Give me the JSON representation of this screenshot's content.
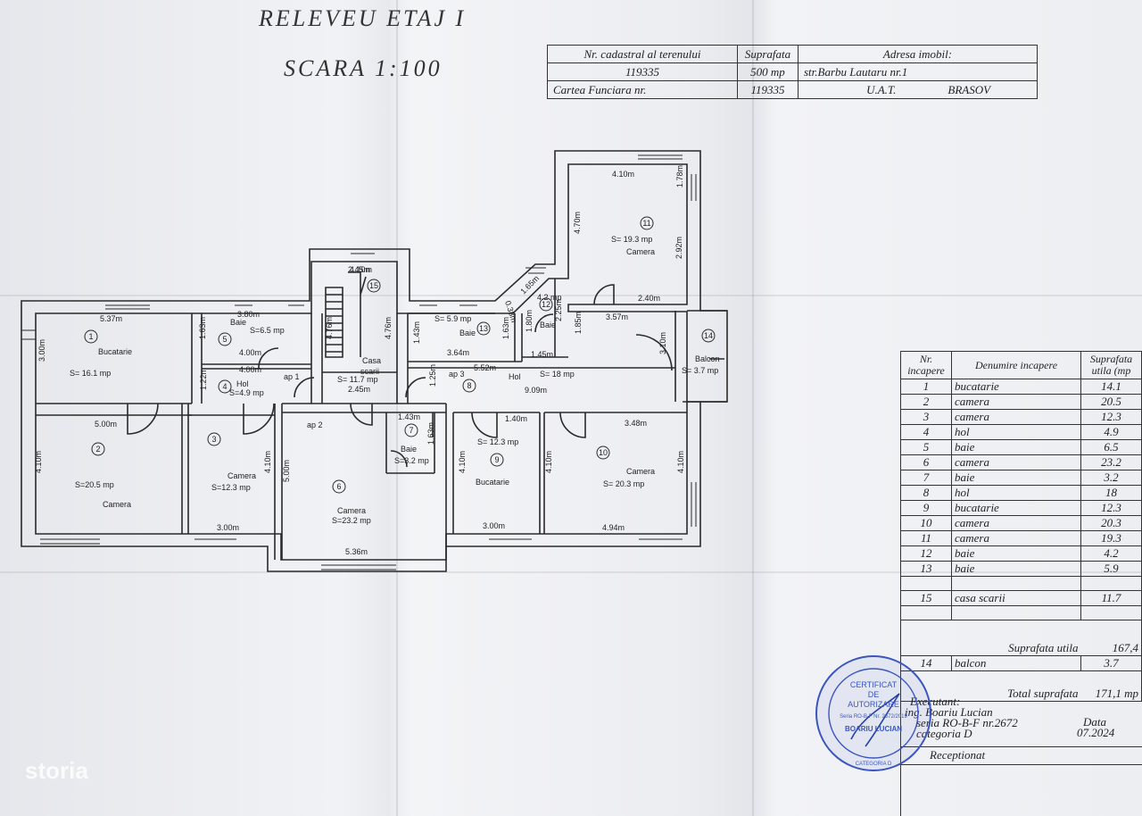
{
  "title": {
    "line1": "RELEVEU ETAJ I",
    "line2": "SCARA 1:100"
  },
  "cadastral": {
    "h1": "Nr. cadastral al terenului",
    "h2": "Suprafata",
    "h3": "Adresa imobil:",
    "nr": "119335",
    "area": "500 mp",
    "address": "str.Barbu Lautaru nr.1",
    "cf_label": "Cartea Funciara nr.",
    "cf": "119335",
    "uat_label": "U.A.T.",
    "uat": "BRASOV"
  },
  "rooms_table": {
    "h1": "Nr. incapere",
    "h2": "Denumire incapere",
    "h3": "Suprafata utila (mp",
    "rows": [
      {
        "nr": "1",
        "name": "bucatarie",
        "area": "14.1"
      },
      {
        "nr": "2",
        "name": "camera",
        "area": "20.5"
      },
      {
        "nr": "3",
        "name": "camera",
        "area": "12.3"
      },
      {
        "nr": "4",
        "name": "hol",
        "area": "4.9"
      },
      {
        "nr": "5",
        "name": "baie",
        "area": "6.5"
      },
      {
        "nr": "6",
        "name": "camera",
        "area": "23.2"
      },
      {
        "nr": "7",
        "name": "baie",
        "area": "3.2"
      },
      {
        "nr": "8",
        "name": "hol",
        "area": "18"
      },
      {
        "nr": "9",
        "name": "bucatarie",
        "area": "12.3"
      },
      {
        "nr": "10",
        "name": "camera",
        "area": "20.3"
      },
      {
        "nr": "11",
        "name": "camera",
        "area": "19.3"
      },
      {
        "nr": "12",
        "name": "baie",
        "area": "4.2"
      },
      {
        "nr": "13",
        "name": "baie",
        "area": "5.9"
      },
      {
        "nr": "",
        "name": "",
        "area": ""
      },
      {
        "nr": "15",
        "name": "casa scarii",
        "area": "11.7"
      },
      {
        "nr": "",
        "name": "",
        "area": ""
      }
    ],
    "util_label": "Suprafata utila",
    "util_value": "167,4",
    "balcon_nr": "14",
    "balcon_name": "balcon",
    "balcon_area": "3.7",
    "total_label": "Total suprafata",
    "total_value": "171,1 mp"
  },
  "signature": {
    "executant": "Executant:",
    "ing": "ing. Boariu Lucian",
    "seria": "seria RO-B-F nr.2672",
    "categoria": "categoria D",
    "data_label": "Data",
    "data": "07.2024",
    "receptionat": "Receptionat"
  },
  "stamp": {
    "l1": "CERTIFICAT",
    "l2": "DE",
    "l3": "AUTORIZARE",
    "l4": "Seria RO-B-F Nr. 2672/2019",
    "l5": "BOARIU LUCIAN",
    "l6": "CATEGORIA D"
  },
  "watermark": "storia",
  "plan": {
    "labels": [
      {
        "k": "d537",
        "t": "5.37m"
      },
      {
        "k": "d380",
        "t": "3.80m"
      },
      {
        "k": "d245a",
        "t": "2.45m"
      },
      {
        "k": "d410a",
        "t": "4.10m"
      },
      {
        "k": "r1n",
        "t": "1"
      },
      {
        "k": "r1t",
        "t": "Bucatarie"
      },
      {
        "k": "r1s",
        "t": "S= 16.1 mp"
      },
      {
        "k": "d300v",
        "t": "3.00m"
      },
      {
        "k": "r5t",
        "t": "Baie"
      },
      {
        "k": "r5n",
        "t": "5"
      },
      {
        "k": "r5s",
        "t": "S=6.5 mp"
      },
      {
        "k": "d163a",
        "t": "1.63m"
      },
      {
        "k": "d400a",
        "t": "4.00m"
      },
      {
        "k": "d400b",
        "t": "4.00m"
      },
      {
        "k": "r4n",
        "t": "4"
      },
      {
        "k": "r4t",
        "t": "Hol"
      },
      {
        "k": "r4s",
        "t": "S=4.9 mp"
      },
      {
        "k": "d122",
        "t": "1.22m"
      },
      {
        "k": "ap1",
        "t": "ap 1"
      },
      {
        "k": "r15n",
        "t": "15"
      },
      {
        "k": "d476a",
        "t": "4.76m"
      },
      {
        "k": "d476b",
        "t": "4.76m"
      },
      {
        "k": "r15t1",
        "t": "Casa"
      },
      {
        "k": "r15t2",
        "t": "scarii"
      },
      {
        "k": "r15s",
        "t": "S= 11.7 mp"
      },
      {
        "k": "d245b",
        "t": "2.45m"
      },
      {
        "k": "r13s",
        "t": "S= 5.9 mp"
      },
      {
        "k": "r13n",
        "t": "13"
      },
      {
        "k": "r13t",
        "t": "Baie"
      },
      {
        "k": "d143a",
        "t": "1.43m"
      },
      {
        "k": "d163b",
        "t": "1.63m"
      },
      {
        "k": "d364",
        "t": "3.64m"
      },
      {
        "k": "d125",
        "t": "1.25m"
      },
      {
        "k": "ap3",
        "t": "ap 3"
      },
      {
        "k": "r8n",
        "t": "8"
      },
      {
        "k": "d552",
        "t": "5.52m"
      },
      {
        "k": "r8t",
        "t": "Hol"
      },
      {
        "k": "r8s",
        "t": "S= 18 mp"
      },
      {
        "k": "d909",
        "t": "9.09m"
      },
      {
        "k": "d038",
        "t": "0.38m"
      },
      {
        "k": "d165",
        "t": "1.65m"
      },
      {
        "k": "r12s",
        "t": "4.2 mp"
      },
      {
        "k": "r12n",
        "t": "12"
      },
      {
        "k": "r12t",
        "t": "Baie"
      },
      {
        "k": "d180",
        "t": "1.80m"
      },
      {
        "k": "d225",
        "t": "2.25m"
      },
      {
        "k": "d145",
        "t": "1.45m"
      },
      {
        "k": "d185",
        "t": "1.85m"
      },
      {
        "k": "d357",
        "t": "3.57m"
      },
      {
        "k": "d410top",
        "t": "4.10m"
      },
      {
        "k": "r11n",
        "t": "11"
      },
      {
        "k": "r11s",
        "t": "S= 19.3 mp"
      },
      {
        "k": "r11t",
        "t": "Camera"
      },
      {
        "k": "d470",
        "t": "4.70m"
      },
      {
        "k": "d178",
        "t": "1.78m"
      },
      {
        "k": "d292",
        "t": "2.92m"
      },
      {
        "k": "d240",
        "t": "2.40m"
      },
      {
        "k": "r14n",
        "t": "14"
      },
      {
        "k": "r14t",
        "t": "Balcon"
      },
      {
        "k": "r14s",
        "t": "S=   3.7 mp"
      },
      {
        "k": "d310",
        "t": "3.10m"
      },
      {
        "k": "d500a",
        "t": "5.00m"
      },
      {
        "k": "r2n",
        "t": "2"
      },
      {
        "k": "r2s",
        "t": "S=20.5 mp"
      },
      {
        "k": "r2t",
        "t": "Camera"
      },
      {
        "k": "d410b",
        "t": "4.10m"
      },
      {
        "k": "r3n",
        "t": "3"
      },
      {
        "k": "r3t",
        "t": "Camera"
      },
      {
        "k": "r3s",
        "t": "S=12.3 mp"
      },
      {
        "k": "d410c",
        "t": "4.10m"
      },
      {
        "k": "d300a",
        "t": "3.00m"
      },
      {
        "k": "ap2",
        "t": "ap 2"
      },
      {
        "k": "r6n",
        "t": "6"
      },
      {
        "k": "r6t",
        "t": "Camera"
      },
      {
        "k": "r6s",
        "t": "S=23.2 mp"
      },
      {
        "k": "d500b",
        "t": "5.00m"
      },
      {
        "k": "d536",
        "t": "5.36m"
      },
      {
        "k": "d143b",
        "t": "1.43m"
      },
      {
        "k": "r7n",
        "t": "7"
      },
      {
        "k": "r7t",
        "t": "Baie"
      },
      {
        "k": "r7s",
        "t": "S=3.2 mp"
      },
      {
        "k": "d163c",
        "t": "1.63m"
      },
      {
        "k": "d140",
        "t": "1.40m"
      },
      {
        "k": "r9s",
        "t": "S= 12.3 mp"
      },
      {
        "k": "r9n",
        "t": "9"
      },
      {
        "k": "r9t",
        "t": "Bucatarie"
      },
      {
        "k": "d410d",
        "t": "4.10m"
      },
      {
        "k": "d300b",
        "t": "3.00m"
      },
      {
        "k": "d410e",
        "t": "4.10m"
      },
      {
        "k": "d348",
        "t": "3.48m"
      },
      {
        "k": "r10n",
        "t": "10"
      },
      {
        "k": "r10t",
        "t": "Camera"
      },
      {
        "k": "r10s",
        "t": "S= 20.3 mp"
      },
      {
        "k": "d410f",
        "t": "4.10m"
      },
      {
        "k": "d494",
        "t": "4.94m"
      }
    ]
  }
}
